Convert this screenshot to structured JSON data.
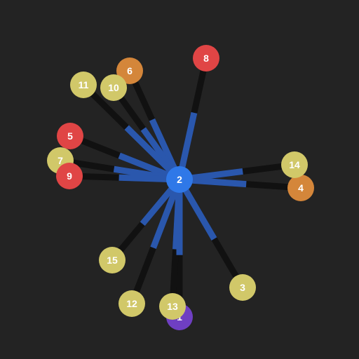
{
  "game": {
    "center_node": "2",
    "colors": {
      "background": "#232323",
      "edge_dark": "#111111",
      "edge_active": "#2a57ad",
      "center": "#2f78e8",
      "red": "#e04545",
      "yellow": "#d1c869",
      "orange": "#d4863a",
      "purple": "#6f3fc2"
    },
    "nodes": [
      {
        "id": "2",
        "label": "2",
        "color": "center"
      },
      {
        "id": "1",
        "label": "1",
        "color": "purple"
      },
      {
        "id": "3",
        "label": "3",
        "color": "yellow"
      },
      {
        "id": "4",
        "label": "4",
        "color": "orange"
      },
      {
        "id": "5",
        "label": "5",
        "color": "red"
      },
      {
        "id": "6",
        "label": "6",
        "color": "orange"
      },
      {
        "id": "7",
        "label": "7",
        "color": "yellow"
      },
      {
        "id": "8",
        "label": "8",
        "color": "red"
      },
      {
        "id": "9",
        "label": "9",
        "color": "red"
      },
      {
        "id": "10",
        "label": "10",
        "color": "yellow"
      },
      {
        "id": "11",
        "label": "11",
        "color": "yellow"
      },
      {
        "id": "12",
        "label": "12",
        "color": "yellow"
      },
      {
        "id": "13",
        "label": "13",
        "color": "yellow"
      },
      {
        "id": "14",
        "label": "14",
        "color": "yellow"
      },
      {
        "id": "15",
        "label": "15",
        "color": "yellow"
      }
    ],
    "edges": [
      "1",
      "3",
      "4",
      "5",
      "6",
      "7",
      "8",
      "9",
      "10",
      "11",
      "12",
      "13",
      "14",
      "15"
    ]
  }
}
